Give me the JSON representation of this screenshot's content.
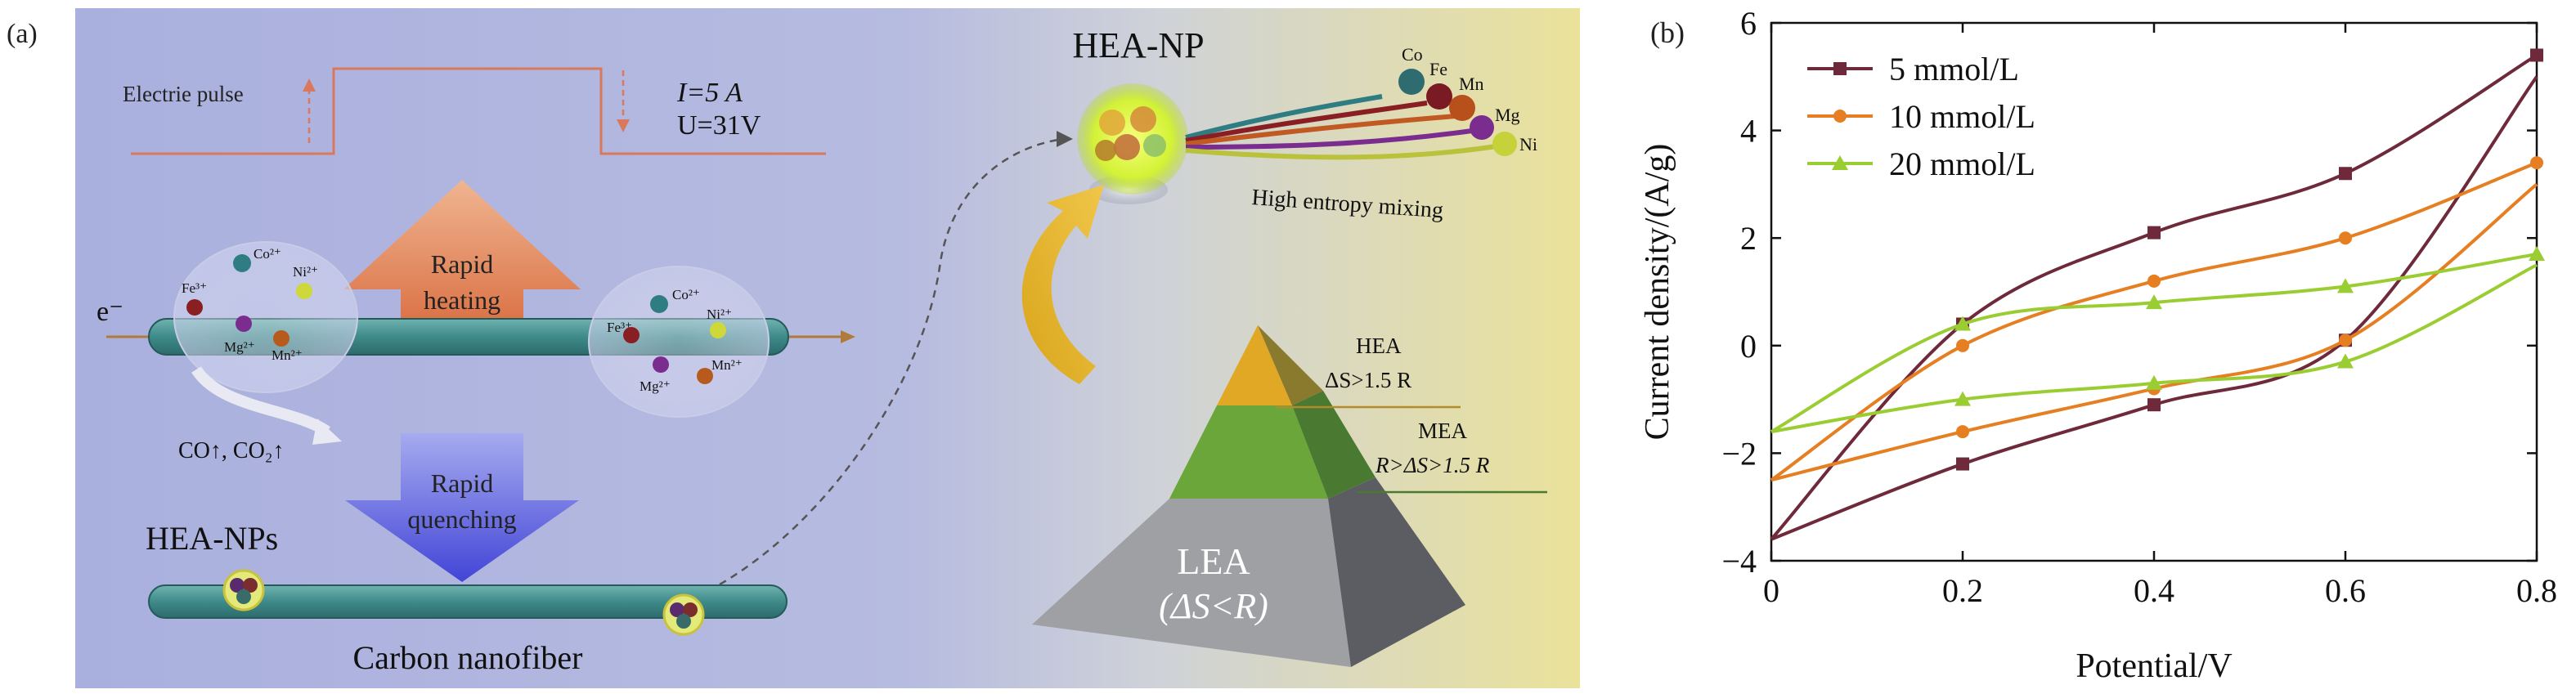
{
  "panel_a": {
    "tag": "(a)",
    "pulse_label": "Electrie pulse",
    "current": "I=5 A",
    "voltage": "U=31V",
    "electron": "e⁻",
    "heating_line1": "Rapid",
    "heating_line2": "heating",
    "quench_line1": "Rapid",
    "quench_line2": "quenching",
    "gases": "CO↑, CO₂↑",
    "hea_nps": "HEA-NPs",
    "carbon_nanofiber": "Carbon nanofiber",
    "hea_np": "HEA-NP",
    "high_entropy_mixing": "High entropy mixing",
    "elements": [
      "Co",
      "Fe",
      "Mn",
      "Mg",
      "Ni"
    ],
    "ions_left": [
      "Co²⁺",
      "Fe³⁺",
      "Ni²⁺",
      "Mg²⁺",
      "Mn²⁺"
    ],
    "ions_right": [
      "Co²⁺",
      "Fe³⁺",
      "Ni²⁺",
      "Mg²⁺",
      "Mn²⁺"
    ],
    "pyramid": {
      "hea_title": "HEA",
      "hea_cond": "ΔS>1.5 R",
      "mea_title": "MEA",
      "mea_cond": "R>ΔS>1.5 R",
      "lea_title": "LEA",
      "lea_cond": "(ΔS<R)"
    }
  },
  "panel_b": {
    "tag": "(b)",
    "chart_data": {
      "type": "line",
      "xlabel": "Potential/V",
      "ylabel": "Current density/(A/g)",
      "xlim": [
        0,
        0.8
      ],
      "ylim": [
        -4,
        6
      ],
      "xticks": [
        "0",
        "0.2",
        "0.4",
        "0.6",
        "0.8"
      ],
      "yticks": [
        "−4",
        "−2",
        "0",
        "2",
        "4",
        "6"
      ],
      "legend": "top-left",
      "series": [
        {
          "name": "5 mmol/L",
          "color": "#6e2a3a",
          "marker": "square",
          "upper_x": [
            0,
            0.2,
            0.4,
            0.6,
            0.8
          ],
          "upper_y": [
            -3.6,
            0.4,
            2.1,
            3.2,
            5.4
          ],
          "lower_x": [
            0.8,
            0.6,
            0.4,
            0.2,
            0
          ],
          "lower_y": [
            5.0,
            0.1,
            -1.1,
            -2.2,
            -3.6
          ]
        },
        {
          "name": "10 mmol/L",
          "color": "#e67e22",
          "marker": "circle",
          "upper_x": [
            0,
            0.2,
            0.4,
            0.6,
            0.8
          ],
          "upper_y": [
            -2.5,
            0.0,
            1.2,
            2.0,
            3.4
          ],
          "lower_x": [
            0.8,
            0.6,
            0.4,
            0.2,
            0
          ],
          "lower_y": [
            3.0,
            0.1,
            -0.8,
            -1.6,
            -2.5
          ]
        },
        {
          "name": "20 mmol/L",
          "color": "#9acd32",
          "marker": "triangle",
          "upper_x": [
            0,
            0.2,
            0.4,
            0.6,
            0.8
          ],
          "upper_y": [
            -1.6,
            0.4,
            0.8,
            1.1,
            1.7
          ],
          "lower_x": [
            0.8,
            0.6,
            0.4,
            0.2,
            0
          ],
          "lower_y": [
            1.5,
            -0.3,
            -0.7,
            -1.0,
            -1.6
          ]
        }
      ]
    }
  }
}
